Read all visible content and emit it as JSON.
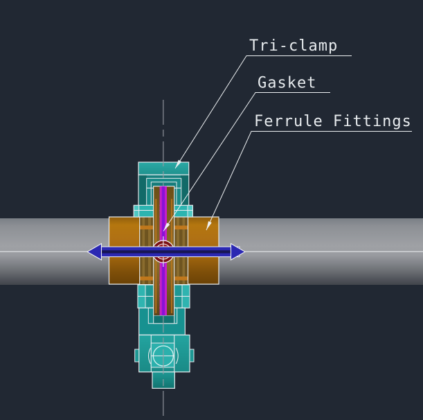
{
  "callouts": {
    "tri_clamp": {
      "label": "Tri-clamp"
    },
    "gasket": {
      "label": "Gasket"
    },
    "ferrule_fittings": {
      "label": "Ferrule Fittings"
    }
  },
  "palette": {
    "background": "#212833",
    "pipe_gray": "#9FA1A5",
    "clamp_teal": "#1E9894",
    "clamp_teal_light": "#2FB4B0",
    "clamp_teal_lighter": "#4FC8C4",
    "ferrule_orange": "#A86C10",
    "ferrule_olive": "#6E5420",
    "neck_brown": "#7E5E20",
    "gasket_magenta": "#C621C8",
    "gasket_purple": "#8A12D6",
    "gizmo_blue": "#2B28B2",
    "gizmo_core": "#181754",
    "center_red": "#7A1014",
    "center_red_inner": "#96161A",
    "annotation_white": "#EEF1F3",
    "centerline_gray": "#999CA3"
  }
}
